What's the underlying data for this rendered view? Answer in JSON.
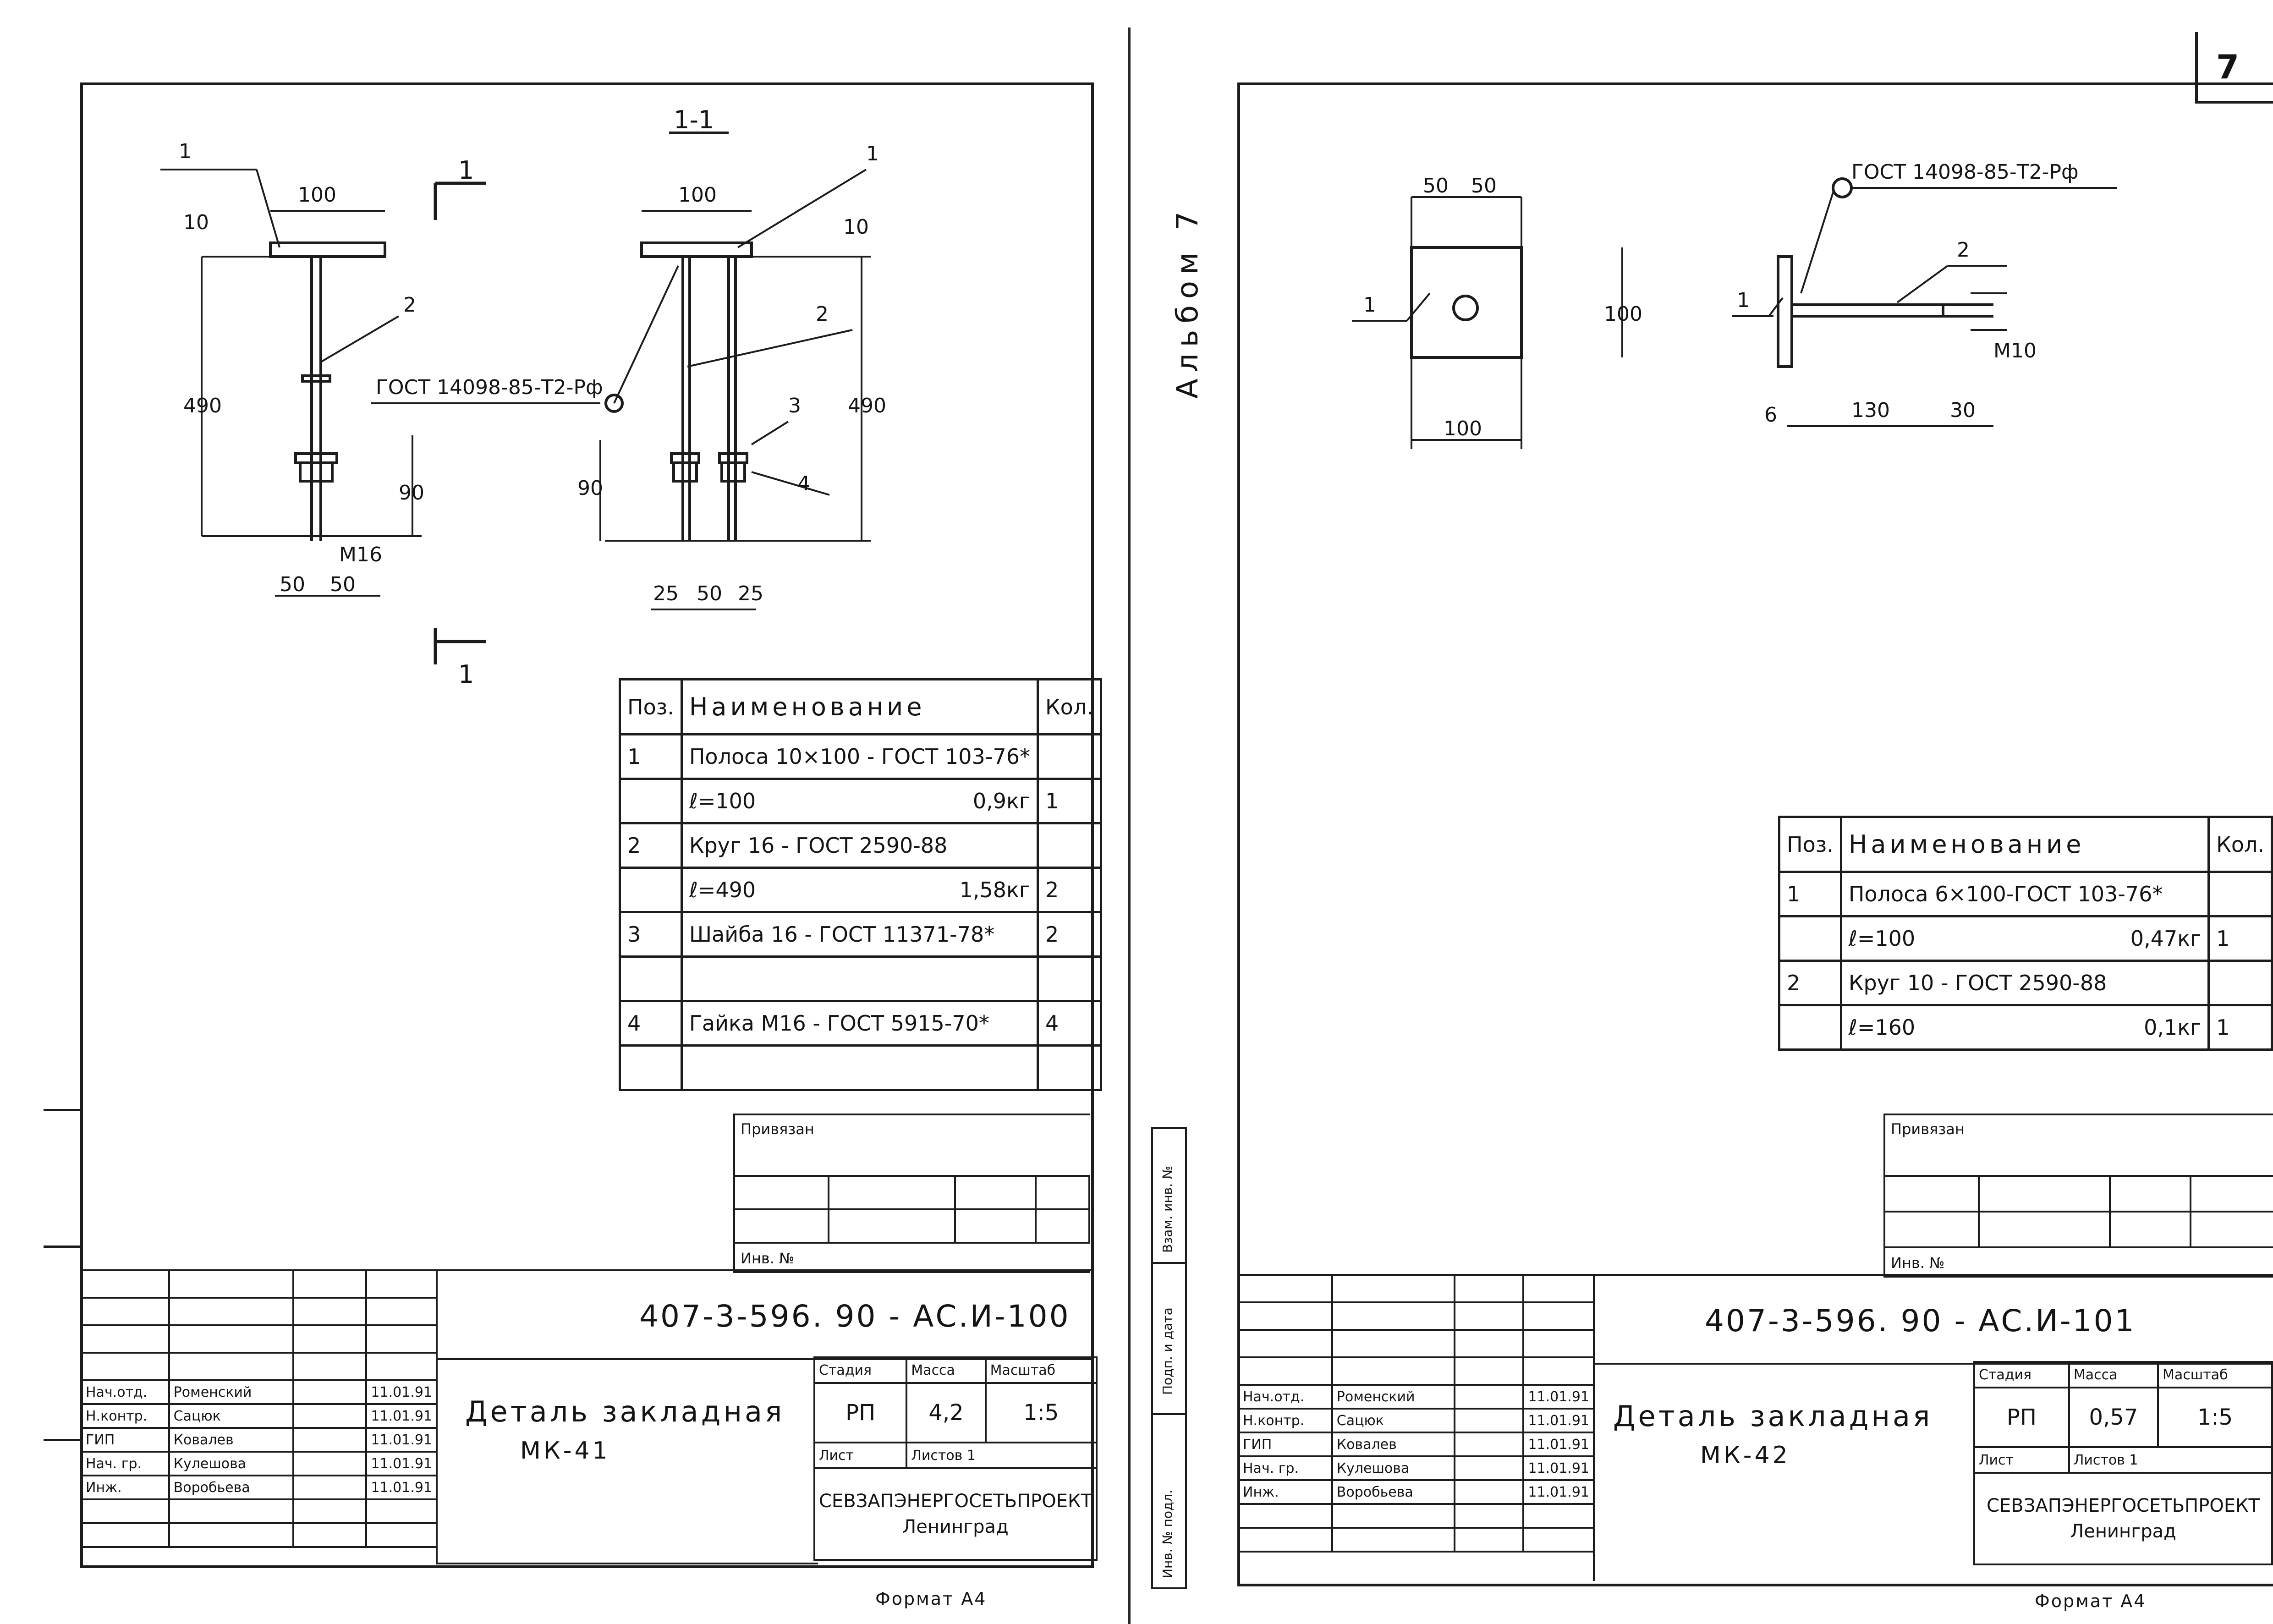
{
  "page": {
    "number": "7",
    "album_label": "Альбом 7",
    "side_stamps": [
      "Взам. инв. №",
      "Подп. и дата",
      "Инв. № подл."
    ]
  },
  "sheets": [
    {
      "drawing": {
        "labels": {
          "dim_100": "100",
          "dim_10": "10",
          "dim_490": "490",
          "dim_90": "90",
          "dim_50": "50",
          "dim_25": "25",
          "thread": "М16",
          "gost": "ГОСТ 14098-85-Т2-Рф",
          "pos1": "1",
          "pos2": "2",
          "pos3": "3",
          "pos4": "4",
          "section": "1-1",
          "cut": "1"
        }
      },
      "spec": {
        "headers": [
          "Поз.",
          "Наименование",
          "Кол."
        ],
        "rows": [
          {
            "pos": "1",
            "name": "Полоса 10×100 - ГОСТ 103-76*",
            "qty": ""
          },
          {
            "pos": "",
            "name": "ℓ=100",
            "mass": "0,9кг",
            "qty": "1"
          },
          {
            "pos": "2",
            "name": "Круг 16 - ГОСТ 2590-88",
            "qty": ""
          },
          {
            "pos": "",
            "name": "ℓ=490",
            "mass": "1,58кг",
            "qty": "2"
          },
          {
            "pos": "3",
            "name": "Шайба 16 - ГОСТ 11371-78*",
            "qty": "2"
          },
          {
            "pos": "",
            "name": "",
            "qty": ""
          },
          {
            "pos": "4",
            "name": "Гайка М16 - ГОСТ 5915-70*",
            "qty": "4"
          },
          {
            "pos": "",
            "name": "",
            "qty": ""
          }
        ]
      },
      "privyazan": "Привязан",
      "inv": "Инв. №",
      "title_block": {
        "code": "407-3-596. 90 - АС.И-100",
        "name_line1": "Деталь закладная",
        "name_line2": "МК-41",
        "staff": [
          {
            "role": "Нач.отд.",
            "name": "Роменский",
            "date": "11.01.91"
          },
          {
            "role": "Н.контр.",
            "name": "Сацюк",
            "date": "11.01.91"
          },
          {
            "role": "ГИП",
            "name": "Ковалев",
            "date": "11.01.91"
          },
          {
            "role": "Нач. гр.",
            "name": "Кулешова",
            "date": "11.01.91"
          },
          {
            "role": "Инж.",
            "name": "Воробьева",
            "date": "11.01.91"
          }
        ],
        "cols": {
          "stage": "Стадия",
          "mass": "Масса",
          "scale": "Масштаб"
        },
        "stage": "РП",
        "mass": "4,2",
        "scale": "1:5",
        "sheet": "Лист",
        "sheets": "Листов 1",
        "org1": "СЕВЗАПЭНЕРГОСЕТЬПРОЕКТ",
        "org2": "Ленинград",
        "format": "Формат А4"
      }
    },
    {
      "drawing": {
        "labels": {
          "dim_50": "50",
          "dim_100": "100",
          "dim_6": "6",
          "dim_130": "130",
          "dim_30": "30",
          "thread": "М10",
          "gost": "ГОСТ 14098-85-Т2-Рф",
          "pos1": "1",
          "pos2": "2"
        }
      },
      "spec": {
        "headers": [
          "Поз.",
          "Наименование",
          "Кол."
        ],
        "rows": [
          {
            "pos": "1",
            "name": "Полоса 6×100-ГОСТ 103-76*",
            "qty": ""
          },
          {
            "pos": "",
            "name": "ℓ=100",
            "mass": "0,47кг",
            "qty": "1"
          },
          {
            "pos": "2",
            "name": "Круг 10 - ГОСТ 2590-88",
            "qty": ""
          },
          {
            "pos": "",
            "name": "ℓ=160",
            "mass": "0,1кг",
            "qty": "1"
          }
        ]
      },
      "privyazan": "Привязан",
      "inv": "Инв. №",
      "title_block": {
        "code": "407-3-596. 90 - АС.И-101",
        "name_line1": "Деталь закладная",
        "name_line2": "МК-42",
        "staff": [
          {
            "role": "Нач.отд.",
            "name": "Роменский",
            "date": "11.01.91"
          },
          {
            "role": "Н.контр.",
            "name": "Сацюк",
            "date": "11.01.91"
          },
          {
            "role": "ГИП",
            "name": "Ковалев",
            "date": "11.01.91"
          },
          {
            "role": "Нач. гр.",
            "name": "Кулешова",
            "date": "11.01.91"
          },
          {
            "role": "Инж.",
            "name": "Воробьева",
            "date": "11.01.91"
          }
        ],
        "cols": {
          "stage": "Стадия",
          "mass": "Масса",
          "scale": "Масштаб"
        },
        "stage": "РП",
        "mass": "0,57",
        "scale": "1:5",
        "sheet": "Лист",
        "sheets": "Листов 1",
        "org1": "СЕВЗАПЭНЕРГОСЕТЬПРОЕКТ",
        "org2": "Ленинград",
        "format": "Формат А4"
      }
    }
  ]
}
